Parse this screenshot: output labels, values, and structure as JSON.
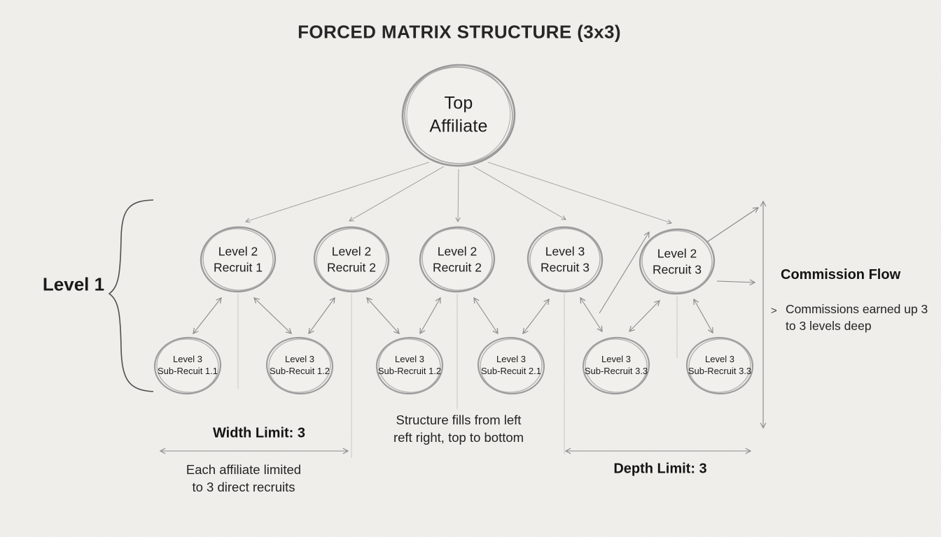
{
  "title": "FORCED MATRIX STRUCTURE (3x3)",
  "colors": {
    "background": "#f0efeb",
    "ink": "#1e1e1e",
    "sketch_stroke": "#9c9c9c",
    "arrow": "#8d8d8d"
  },
  "nodes": {
    "top": {
      "line1": "Top",
      "line2": "Affiliate"
    },
    "level2": [
      {
        "line1": "Level 2",
        "line2": "Recruit 1"
      },
      {
        "line1": "Level 2",
        "line2": "Recruit 2"
      },
      {
        "line1": "Level 2",
        "line2": "Recruit 2"
      },
      {
        "line1": "Level 3",
        "line2": "Recruit 3"
      },
      {
        "line1": "Level 2",
        "line2": "Recruit 3"
      }
    ],
    "level3": [
      {
        "line1": "Level 3",
        "line2": "Sub-Recuit 1.1"
      },
      {
        "line1": "Level 3",
        "line2": "Sub-Recuit 1.2"
      },
      {
        "line1": "Level 3",
        "line2": "Sub-Recruit 1.2"
      },
      {
        "line1": "Level 3",
        "line2": "Sub-Recuit 2.1"
      },
      {
        "line1": "Level 3",
        "line2": "Sub-Recruit 3.3"
      },
      {
        "line1": "Level 3",
        "line2": "Sub-Recruit 3.3"
      }
    ]
  },
  "annotations": {
    "level1_label": "Level 1",
    "commission": {
      "title": "Commission Flow",
      "bullet": ">",
      "line1": "Commissions earned up 3",
      "line2": "to 3 levels deep"
    },
    "width_limit": {
      "title": "Width Limit: 3",
      "caption_line1": "Each affiliate limited",
      "caption_line2": "to 3 direct recruits"
    },
    "fill_note": {
      "line1": "Structure fills from left",
      "line2": "reft right, top to bottom"
    },
    "depth_limit": {
      "title": "Depth Limit: 3"
    }
  }
}
